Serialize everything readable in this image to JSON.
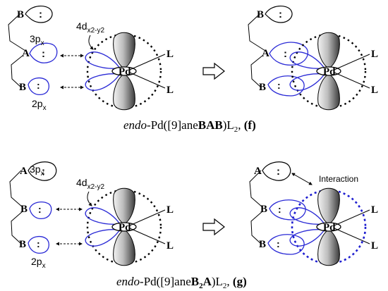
{
  "colors": {
    "ink": "#000000",
    "p_orbital": "#2a2ad6",
    "d_lobe_dark": "#3a3a3a",
    "d_lobe_light": "#d4d4d4",
    "interaction_circle": "#1f1fd0"
  },
  "panel_f": {
    "atoms": {
      "top": "B",
      "middle": "A",
      "bottom": "B"
    },
    "labels": {
      "p_mid": "3p",
      "p_mid_sub": "x",
      "p_bot": "2p",
      "p_bot_sub": "x",
      "d_orb": "4d",
      "d_orb_sub": "x2-y2"
    },
    "metal": "Pd",
    "ligand": "L",
    "caption": {
      "prefix": "endo",
      "body": "-Pd([9]ane",
      "bold": "BAB",
      "tail": ")L",
      "sub": "2",
      "sep": ", ",
      "tag": "(f)"
    }
  },
  "panel_g": {
    "atoms": {
      "top": "A",
      "middle": "B",
      "bottom": "B"
    },
    "labels": {
      "p_top": "3p",
      "p_top_sub": "x",
      "p_bot": "2p",
      "p_bot_sub": "x",
      "d_orb": "4d",
      "d_orb_sub": "x2-y2",
      "interaction": "Interaction"
    },
    "metal": "Pd",
    "ligand": "L",
    "caption": {
      "prefix": "endo",
      "body": "-Pd([9]ane",
      "bold1": "B",
      "sub1": "2",
      "bold2": "A",
      "tail": ")L",
      "sub2": "2",
      "sep": ", ",
      "tag": "(g)"
    }
  },
  "icons": {
    "arrow": "hollow-right-arrow-icon",
    "lone_pair": "colon-dots-icon"
  }
}
